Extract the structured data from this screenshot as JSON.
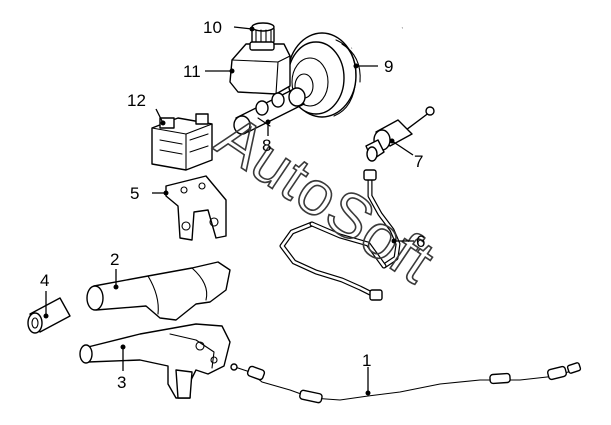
{
  "diagram": {
    "callouts": [
      {
        "id": "1",
        "label": "1",
        "part": "parking-brake-cable"
      },
      {
        "id": "2",
        "label": "2",
        "part": "handbrake-lever-grip"
      },
      {
        "id": "3",
        "label": "3",
        "part": "handbrake-lever-assembly"
      },
      {
        "id": "4",
        "label": "4",
        "part": "lever-sleeve"
      },
      {
        "id": "5",
        "label": "5",
        "part": "modulator-bracket"
      },
      {
        "id": "6",
        "label": "6",
        "part": "brake-line"
      },
      {
        "id": "7",
        "label": "7",
        "part": "clutch-master-cylinder"
      },
      {
        "id": "8",
        "label": "8",
        "part": "brake-master-cylinder"
      },
      {
        "id": "9",
        "label": "9",
        "part": "brake-booster"
      },
      {
        "id": "10",
        "label": "10",
        "part": "reservoir-cap"
      },
      {
        "id": "11",
        "label": "11",
        "part": "fluid-reservoir"
      },
      {
        "id": "12",
        "label": "12",
        "part": "abs-modulator"
      }
    ],
    "watermark": "AutoSoft"
  }
}
